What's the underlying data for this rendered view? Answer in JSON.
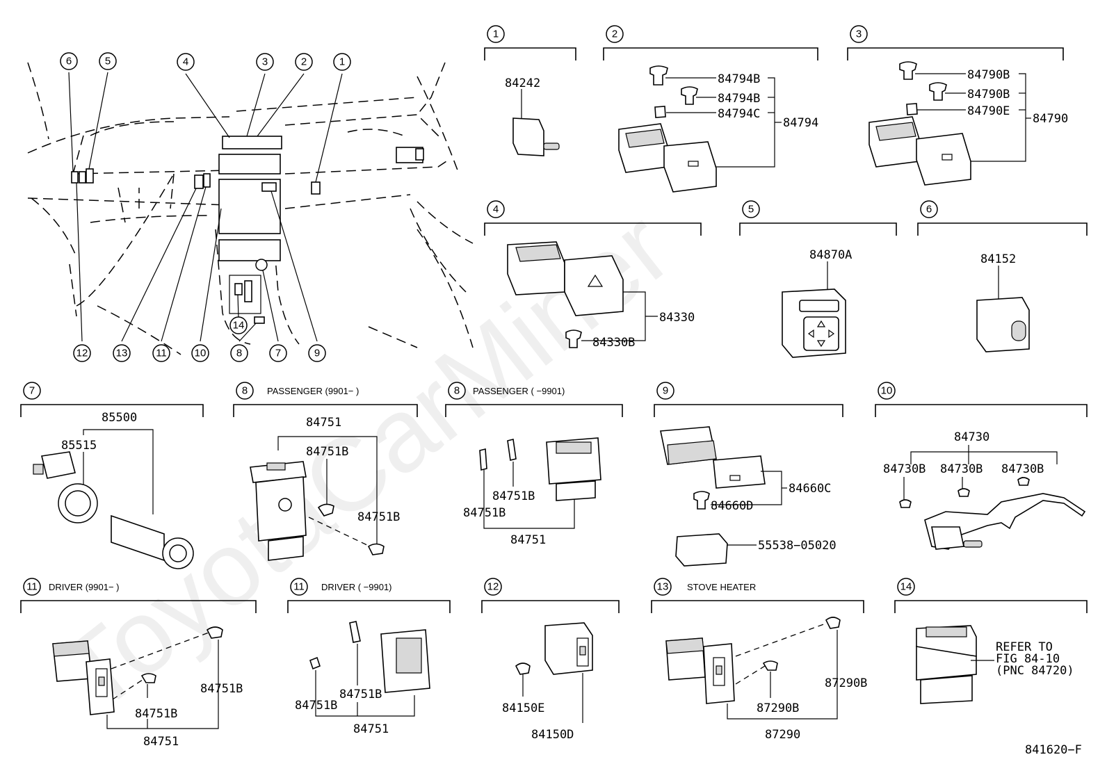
{
  "watermark": "ToyotaCarMiner",
  "figure_code": "841620−F",
  "callouts": [
    "1",
    "2",
    "3",
    "4",
    "5",
    "6",
    "7",
    "8",
    "9",
    "10",
    "11",
    "12",
    "13",
    "14"
  ],
  "sections": {
    "s1": {
      "index": "1",
      "parts": {
        "p84242": "84242"
      }
    },
    "s2": {
      "index": "2",
      "parts": {
        "a": "84794B",
        "b": "84794B",
        "c": "84794C",
        "main": "84794"
      }
    },
    "s3": {
      "index": "3",
      "parts": {
        "a": "84790B",
        "b": "84790B",
        "c": "84790E",
        "main": "84790"
      }
    },
    "s4": {
      "index": "4",
      "parts": {
        "main": "84330",
        "b": "84330B"
      }
    },
    "s5": {
      "index": "5",
      "parts": {
        "main": "84870A"
      }
    },
    "s6": {
      "index": "6",
      "parts": {
        "main": "84152"
      }
    },
    "s7": {
      "index": "7",
      "parts": {
        "main": "85500",
        "sub": "85515"
      }
    },
    "s8a": {
      "index": "8",
      "title": "PASSENGER (9901−       )",
      "parts": {
        "main": "84751",
        "a": "84751B",
        "b": "84751B"
      }
    },
    "s8b": {
      "index": "8",
      "title": "PASSENGER (       −9901)",
      "parts": {
        "a": "84751B",
        "b": "84751B",
        "main": "84751"
      }
    },
    "s9": {
      "index": "9",
      "parts": {
        "c": "84660C",
        "d": "84660D",
        "lens": "55538−05020"
      }
    },
    "s10": {
      "index": "10",
      "parts": {
        "main": "84730",
        "a": "84730B",
        "b": "84730B",
        "c": "84730B"
      }
    },
    "s11a": {
      "index": "11",
      "title": "DRIVER (9901−       )",
      "parts": {
        "a": "84751B",
        "b": "84751B",
        "main": "84751"
      }
    },
    "s11b": {
      "index": "11",
      "title": "DRIVER (       −9901)",
      "parts": {
        "a": "84751B",
        "b": "84751B",
        "main": "84751"
      }
    },
    "s12": {
      "index": "12",
      "parts": {
        "e": "84150E",
        "d": "84150D"
      }
    },
    "s13": {
      "index": "13",
      "title": "STOVE HEATER",
      "parts": {
        "a": "87290B",
        "b": "87290B",
        "main": "87290"
      }
    },
    "s14": {
      "index": "14",
      "note": [
        "REFER TO",
        "FIG 84-10",
        "(PNC 84720)"
      ]
    }
  }
}
